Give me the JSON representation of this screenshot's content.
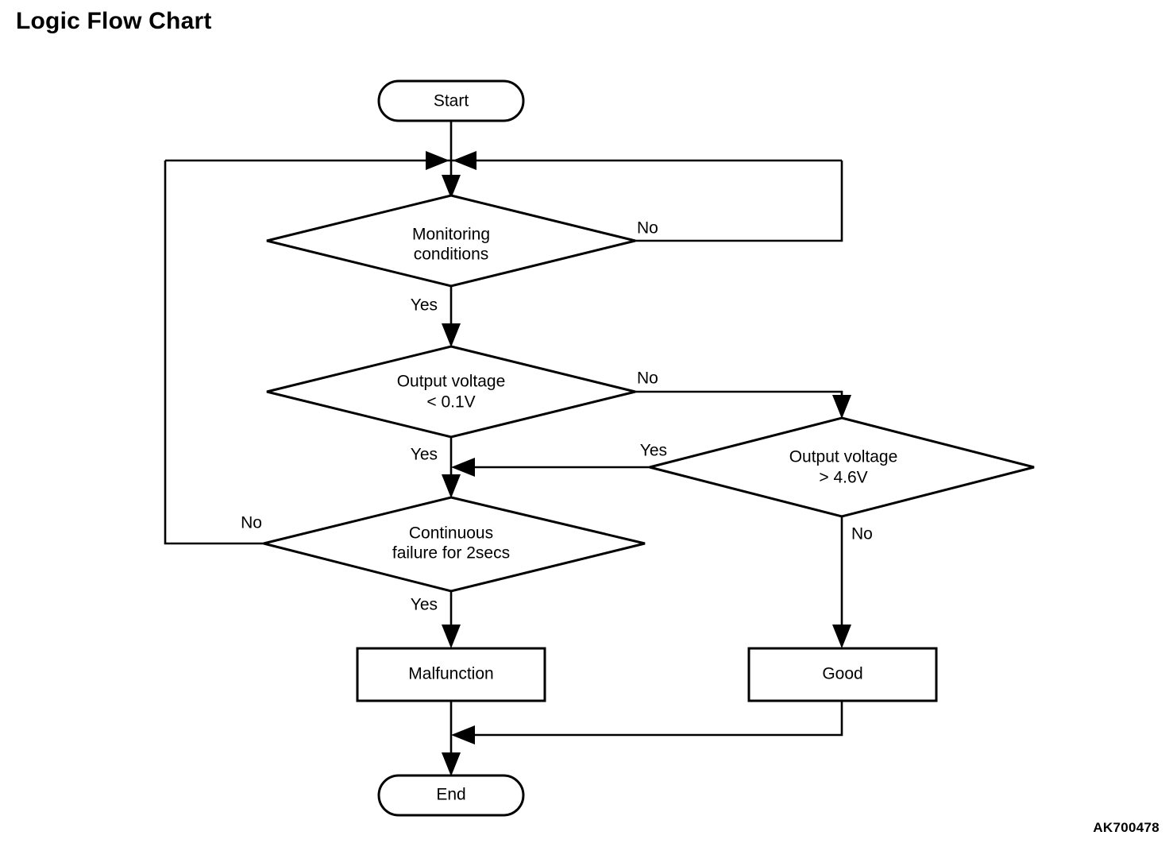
{
  "page": {
    "title": "Logic Flow Chart",
    "figure_code": "AK700478"
  },
  "chart_data": {
    "type": "diagram",
    "diagram_kind": "flowchart",
    "title": "Logic Flow Chart",
    "nodes": [
      {
        "id": "start",
        "shape": "terminator",
        "label": "Start"
      },
      {
        "id": "monitoring",
        "shape": "decision",
        "label_line1": "Monitoring",
        "label_line2": "conditions"
      },
      {
        "id": "volt_low",
        "shape": "decision",
        "label_line1": "Output voltage",
        "label_line2": "< 0.1V"
      },
      {
        "id": "volt_high",
        "shape": "decision",
        "label_line1": "Output voltage",
        "label_line2": "> 4.6V"
      },
      {
        "id": "continuous",
        "shape": "decision",
        "label_line1": "Continuous",
        "label_line2": "failure for 2secs"
      },
      {
        "id": "malfunction",
        "shape": "process",
        "label": "Malfunction"
      },
      {
        "id": "good",
        "shape": "process",
        "label": "Good"
      },
      {
        "id": "end",
        "shape": "terminator",
        "label": "End"
      }
    ],
    "edges": [
      {
        "from": "start",
        "to": "monitoring",
        "label": ""
      },
      {
        "from": "monitoring",
        "to": "monitoring",
        "label": "No",
        "route": "right-loop-back-to-top"
      },
      {
        "from": "monitoring",
        "to": "volt_low",
        "label": "Yes"
      },
      {
        "from": "volt_low",
        "to": "volt_high",
        "label": "No"
      },
      {
        "from": "volt_low",
        "to": "continuous",
        "label": "Yes"
      },
      {
        "from": "volt_high",
        "to": "continuous",
        "label": "Yes"
      },
      {
        "from": "volt_high",
        "to": "good",
        "label": "No"
      },
      {
        "from": "continuous",
        "to": "monitoring",
        "label": "No",
        "route": "left-loop-back-to-top"
      },
      {
        "from": "continuous",
        "to": "malfunction",
        "label": "Yes"
      },
      {
        "from": "malfunction",
        "to": "end",
        "label": ""
      },
      {
        "from": "good",
        "to": "end",
        "label": ""
      }
    ]
  },
  "nodes": {
    "start": {
      "label": "Start"
    },
    "monitoring": {
      "line1": "Monitoring",
      "line2": "conditions"
    },
    "volt_low": {
      "line1": "Output voltage",
      "line2": "< 0.1V"
    },
    "volt_high": {
      "line1": "Output voltage",
      "line2": "> 4.6V"
    },
    "continuous": {
      "line1": "Continuous",
      "line2": "failure for 2secs"
    },
    "malfunction": {
      "label": "Malfunction"
    },
    "good": {
      "label": "Good"
    },
    "end": {
      "label": "End"
    }
  },
  "edge_labels": {
    "monitoring_no": "No",
    "monitoring_yes": "Yes",
    "volt_low_no": "No",
    "volt_low_yes": "Yes",
    "volt_high_yes": "Yes",
    "volt_high_no": "No",
    "continuous_no": "No",
    "continuous_yes": "Yes"
  },
  "colors": {
    "stroke": "#000000",
    "fill": "#ffffff",
    "text": "#000000"
  }
}
